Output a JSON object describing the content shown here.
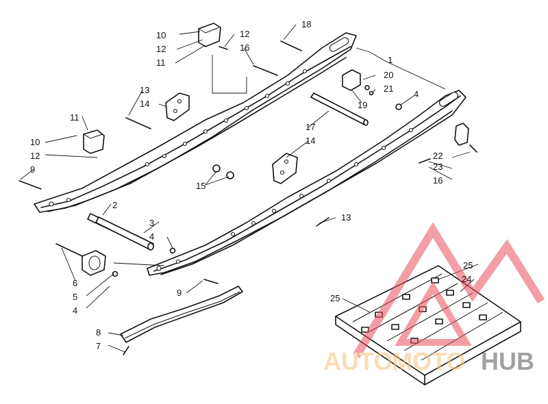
{
  "callouts": [
    {
      "id": "c1",
      "text": "1"
    },
    {
      "id": "c2",
      "text": "2"
    },
    {
      "id": "c3",
      "text": "3"
    },
    {
      "id": "c4a",
      "text": "4"
    },
    {
      "id": "c4b",
      "text": "4"
    },
    {
      "id": "c4c",
      "text": "4"
    },
    {
      "id": "c5",
      "text": "5"
    },
    {
      "id": "c6",
      "text": "6"
    },
    {
      "id": "c7",
      "text": "7"
    },
    {
      "id": "c8",
      "text": "8"
    },
    {
      "id": "c9a",
      "text": "9"
    },
    {
      "id": "c9b",
      "text": "9"
    },
    {
      "id": "c10a",
      "text": "10"
    },
    {
      "id": "c10b",
      "text": "10"
    },
    {
      "id": "c11a",
      "text": "11"
    },
    {
      "id": "c11b",
      "text": "11"
    },
    {
      "id": "c12a",
      "text": "12"
    },
    {
      "id": "c12b",
      "text": "12"
    },
    {
      "id": "c12c",
      "text": "12"
    },
    {
      "id": "c13a",
      "text": "13"
    },
    {
      "id": "c13b",
      "text": "13"
    },
    {
      "id": "c14a",
      "text": "14"
    },
    {
      "id": "c14b",
      "text": "14"
    },
    {
      "id": "c15",
      "text": "15"
    },
    {
      "id": "c16a",
      "text": "16"
    },
    {
      "id": "c16b",
      "text": "16"
    },
    {
      "id": "c17",
      "text": "17"
    },
    {
      "id": "c18",
      "text": "18"
    },
    {
      "id": "c19",
      "text": "19"
    },
    {
      "id": "c20",
      "text": "20"
    },
    {
      "id": "c21",
      "text": "21"
    },
    {
      "id": "c22",
      "text": "22"
    },
    {
      "id": "c23",
      "text": "23"
    },
    {
      "id": "c24",
      "text": "24"
    },
    {
      "id": "c25a",
      "text": "25"
    },
    {
      "id": "c25b",
      "text": "25"
    }
  ],
  "watermark": {
    "text_auto": "AUTO",
    "text_moto": "MOTO",
    "text_hub": "HUB",
    "color_auto": "#f5c37a",
    "color_moto": "#f5c37a",
    "color_hub": "#555555",
    "color_logo": "#e8505b"
  }
}
